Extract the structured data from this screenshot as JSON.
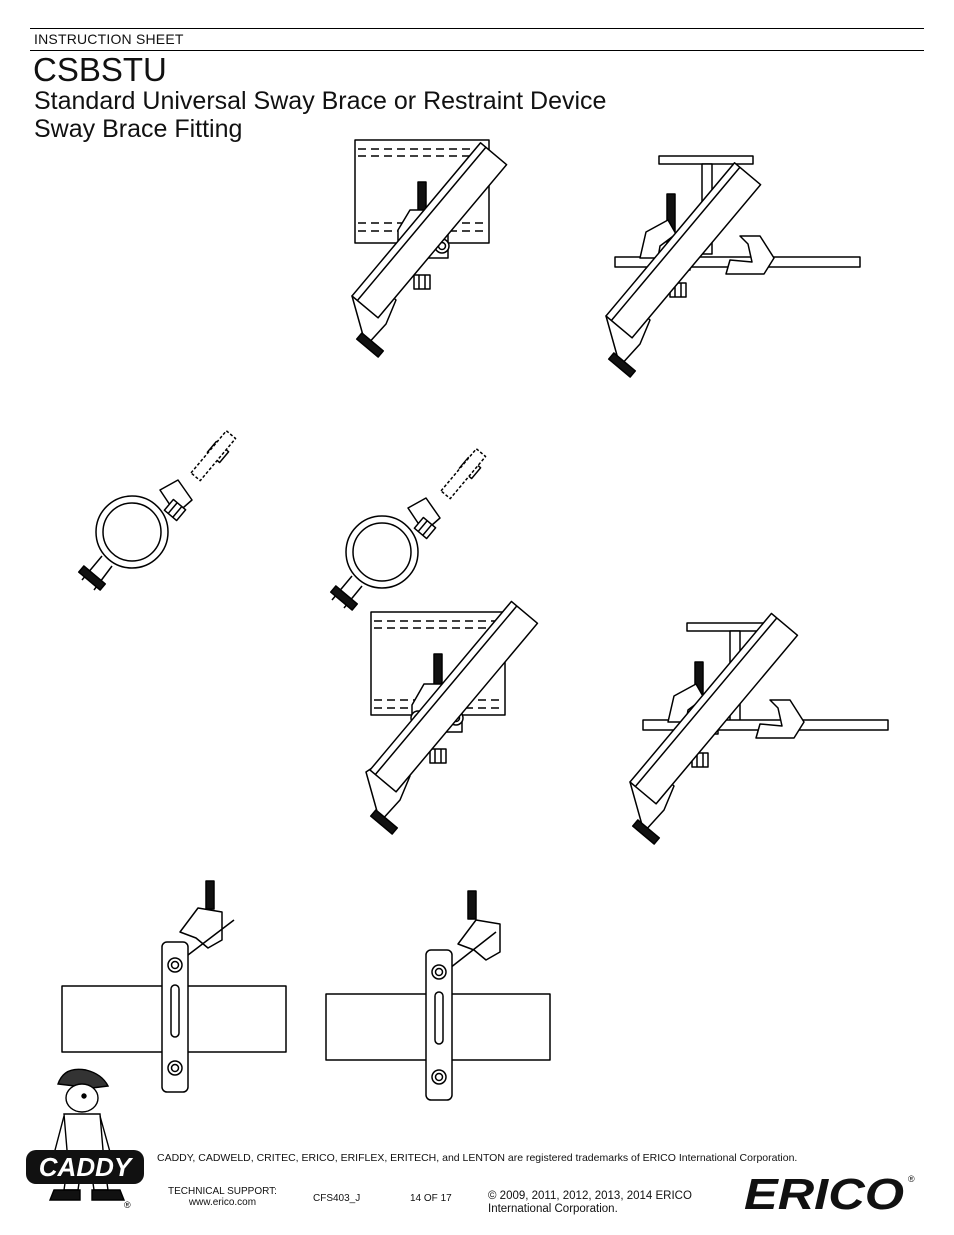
{
  "header": {
    "sheet_label": "INSTRUCTION SHEET",
    "product_code": "CSBSTU",
    "subtitle_line1": "Standard Universal Sway Brace or Restraint Device",
    "subtitle_line2": "Sway Brace Fitting"
  },
  "footer": {
    "trademarks": "CADDY, CADWELD, CRITEC, ERICO, ERIFLEX, ERITECH, and LENTON are registered trademarks of ERICO International Corporation.",
    "support_label": "TECHNICAL SUPPORT:",
    "support_url": "www.erico.com",
    "doc_number": "CFS403_J",
    "page": "14 OF 17",
    "copyright_line1": "© 2009, 2011, 2012, 2013, 2014 ERICO",
    "copyright_line2": "International Corporation.",
    "caddy_logo_text": "CADDY",
    "erico_logo_text": "ERICO",
    "registered_mark": "®"
  },
  "colors": {
    "ink": "#111111",
    "line": "#000000"
  }
}
